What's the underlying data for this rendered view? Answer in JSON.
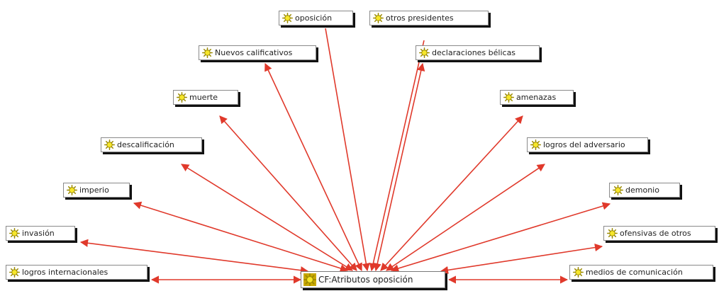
{
  "diagram": {
    "colors": {
      "edge": "#e0392b",
      "icon_fill": "#f6e62a",
      "icon_stroke": "#9b8a00",
      "hub_icon_bg": "#c9a800",
      "box_shadow": "#111111"
    },
    "hub": {
      "label": "CF:Atributos oposición",
      "icon": "sun-icon"
    },
    "nodes": [
      {
        "id": "oposicion",
        "label": "oposición",
        "icon": "sun-icon"
      },
      {
        "id": "otros-presidentes",
        "label": "otros presidentes",
        "icon": "sun-icon"
      },
      {
        "id": "nuevos-calificativos",
        "label": "Nuevos calificativos",
        "icon": "sun-icon"
      },
      {
        "id": "declaraciones-belicas",
        "label": "declaraciones bélicas",
        "icon": "sun-icon"
      },
      {
        "id": "muerte",
        "label": "muerte",
        "icon": "sun-icon"
      },
      {
        "id": "amenazas",
        "label": "amenazas",
        "icon": "sun-icon"
      },
      {
        "id": "descalificacion",
        "label": "descalificación",
        "icon": "sun-icon"
      },
      {
        "id": "logros-del-adversario",
        "label": "logros del adversario",
        "icon": "sun-icon"
      },
      {
        "id": "imperio",
        "label": "imperio",
        "icon": "sun-icon"
      },
      {
        "id": "demonio",
        "label": "demonio",
        "icon": "sun-icon"
      },
      {
        "id": "invasion",
        "label": "invasión",
        "icon": "sun-icon"
      },
      {
        "id": "ofensivas-de-otros",
        "label": "ofensivas de otros",
        "icon": "sun-icon"
      },
      {
        "id": "logros-internacionales",
        "label": "logros internacionales",
        "icon": "sun-icon"
      },
      {
        "id": "medios-de-comunicacion",
        "label": "medios de comunicación",
        "icon": "sun-icon"
      }
    ]
  }
}
